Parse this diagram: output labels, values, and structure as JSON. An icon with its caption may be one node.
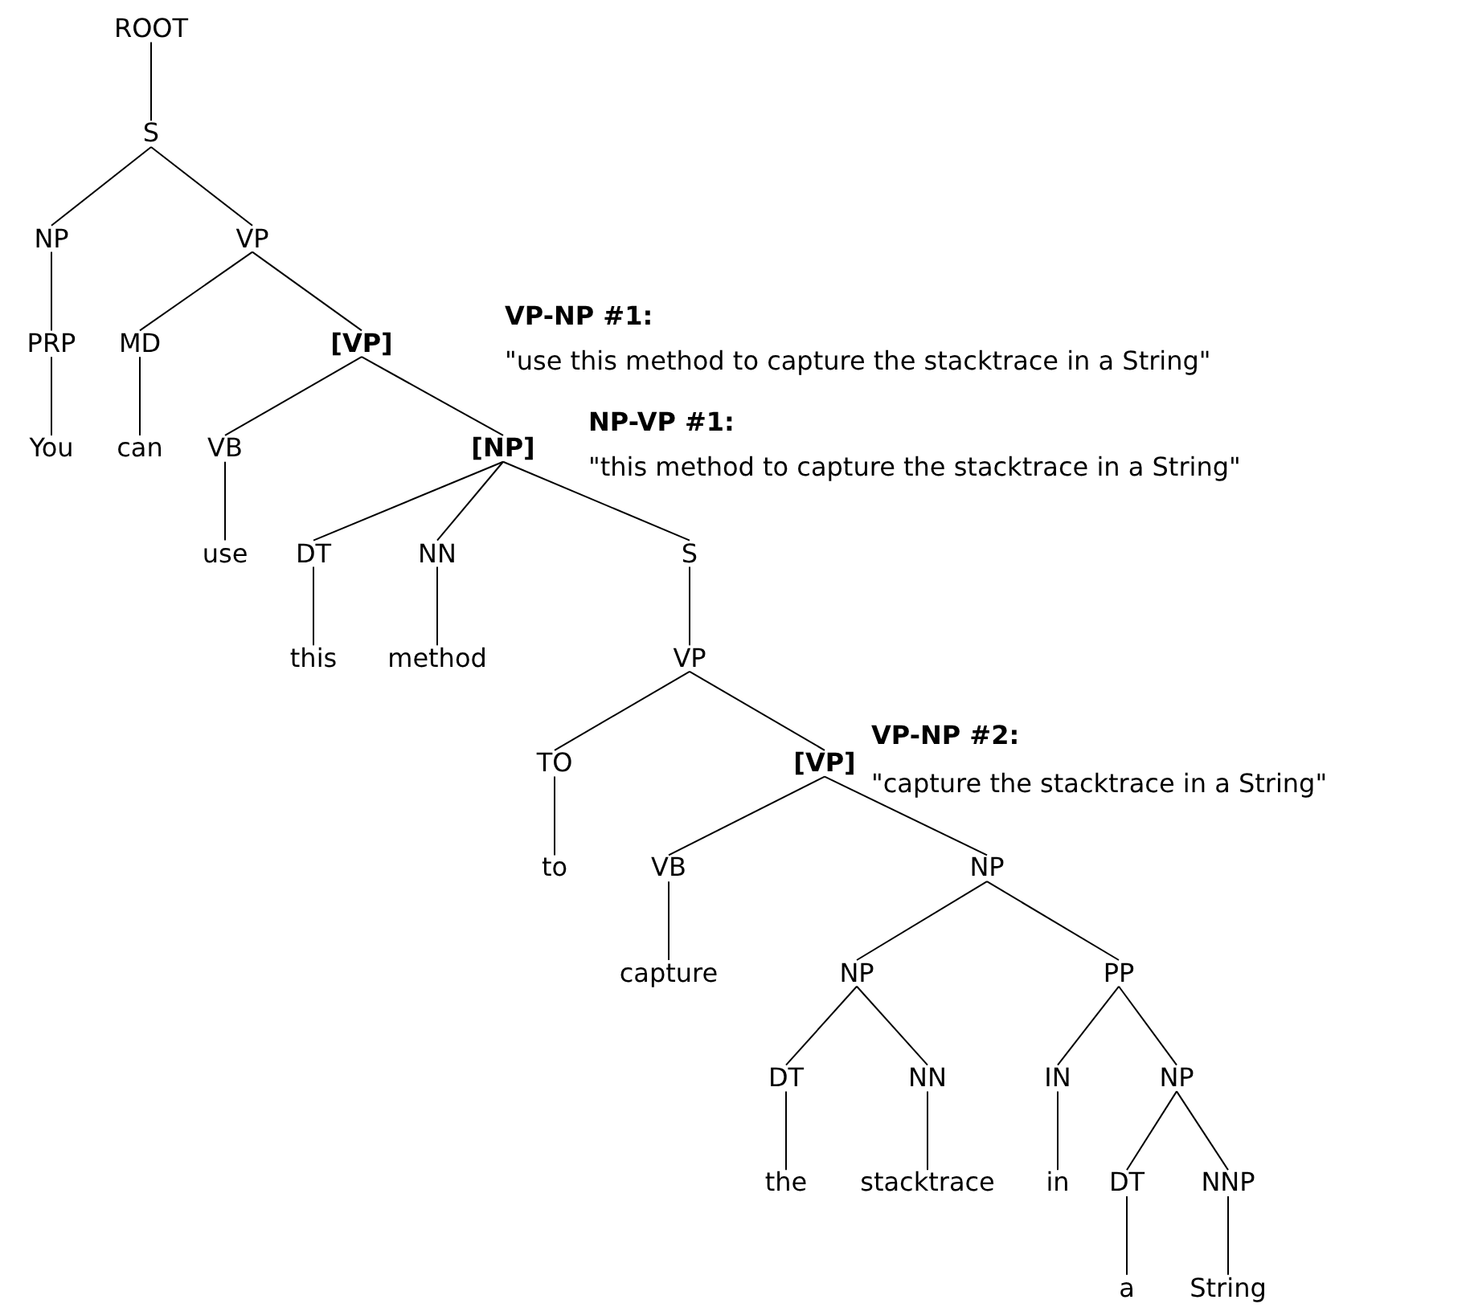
{
  "diagram": {
    "nodes": [
      {
        "text": [
          "ROOT"
        ]
      },
      {
        "text": [
          "S"
        ]
      },
      {
        "text": [
          "NP"
        ]
      },
      {
        "text": [
          "VP"
        ]
      },
      {
        "text": [
          "PRP"
        ]
      },
      {
        "text": [
          "MD"
        ]
      },
      {
        "text": [
          "[VP]"
        ],
        "beside": [
          "VP-NP #1:",
          "\"use this method to capture the stacktrace in a String\""
        ]
      },
      {
        "text": [
          "You"
        ]
      },
      {
        "text": [
          "can"
        ]
      },
      {
        "text": [
          "VB"
        ]
      },
      {
        "text": [
          "[NP]"
        ],
        "beside": [
          "NP-VP #1:",
          "\"this method to capture the stacktrace in a String\""
        ]
      },
      {
        "text": [
          "use"
        ]
      },
      {
        "text": [
          "DT"
        ]
      },
      {
        "text": [
          "NN"
        ]
      },
      {
        "text": [
          "S"
        ]
      },
      {
        "text": [
          "this"
        ]
      },
      {
        "text": [
          "method"
        ]
      },
      {
        "text": [
          "VP"
        ]
      },
      {
        "text": [
          "TO"
        ]
      },
      {
        "text": [
          "[VP]"
        ],
        "beside": [
          "VP-NP #2:",
          "\"capture the stacktrace in a String\""
        ]
      },
      {
        "text": [
          "to"
        ]
      },
      {
        "text": [
          "VB"
        ]
      },
      {
        "text": [
          "NP"
        ]
      },
      {
        "text": [
          "capture"
        ]
      },
      {
        "text": [
          "NP"
        ]
      },
      {
        "text": [
          "PP"
        ]
      },
      {
        "text": [
          "DT"
        ]
      },
      {
        "text": [
          "NN"
        ]
      },
      {
        "text": [
          "IN"
        ]
      },
      {
        "text": [
          "NP"
        ]
      },
      {
        "text": [
          "the"
        ]
      },
      {
        "text": [
          "stacktrace"
        ]
      },
      {
        "text": [
          "in"
        ]
      },
      {
        "text": [
          "DT"
        ]
      },
      {
        "text": [
          "NNP"
        ]
      },
      {
        "text": [
          "a"
        ]
      },
      {
        "text": [
          "String"
        ]
      }
    ],
    "edges": [
      {
        "from": 0,
        "to": 1,
        "arrow": "none"
      },
      {
        "from": 1,
        "to": 2,
        "arrow": "none"
      },
      {
        "from": 1,
        "to": 3,
        "arrow": "none"
      },
      {
        "from": 2,
        "to": 4,
        "arrow": "none"
      },
      {
        "from": 3,
        "to": 5,
        "arrow": "none"
      },
      {
        "from": 3,
        "to": 6,
        "arrow": "none"
      },
      {
        "from": 4,
        "to": 7,
        "arrow": "none"
      },
      {
        "from": 5,
        "to": 8,
        "arrow": "none"
      },
      {
        "from": 6,
        "to": 9,
        "arrow": "none"
      },
      {
        "from": 6,
        "to": 10,
        "arrow": "none"
      },
      {
        "from": 9,
        "to": 11,
        "arrow": "none"
      },
      {
        "from": 10,
        "to": 12,
        "arrow": "none"
      },
      {
        "from": 10,
        "to": 13,
        "arrow": "none"
      },
      {
        "from": 10,
        "to": 14,
        "arrow": "none"
      },
      {
        "from": 12,
        "to": 15,
        "arrow": "none"
      },
      {
        "from": 13,
        "to": 16,
        "arrow": "none"
      },
      {
        "from": 14,
        "to": 17,
        "arrow": "none"
      },
      {
        "from": 17,
        "to": 18,
        "arrow": "none"
      },
      {
        "from": 17,
        "to": 19,
        "arrow": "none"
      },
      {
        "from": 18,
        "to": 20,
        "arrow": "none"
      },
      {
        "from": 19,
        "to": 21,
        "arrow": "none"
      },
      {
        "from": 19,
        "to": 22,
        "arrow": "none"
      },
      {
        "from": 21,
        "to": 23,
        "arrow": "none"
      },
      {
        "from": 22,
        "to": 24,
        "arrow": "none"
      },
      {
        "from": 22,
        "to": 25,
        "arrow": "none"
      },
      {
        "from": 24,
        "to": 26,
        "arrow": "none"
      },
      {
        "from": 24,
        "to": 27,
        "arrow": "none"
      },
      {
        "from": 25,
        "to": 28,
        "arrow": "none"
      },
      {
        "from": 25,
        "to": 29,
        "arrow": "none"
      },
      {
        "from": 26,
        "to": 30,
        "arrow": "none"
      },
      {
        "from": 27,
        "to": 31,
        "arrow": "none"
      },
      {
        "from": 28,
        "to": 32,
        "arrow": "none"
      },
      {
        "from": 29,
        "to": 33,
        "arrow": "none"
      },
      {
        "from": 29,
        "to": 34,
        "arrow": "none"
      },
      {
        "from": 33,
        "to": 35,
        "arrow": "none"
      },
      {
        "from": 34,
        "to": 36,
        "arrow": "none"
      }
    ]
  }
}
